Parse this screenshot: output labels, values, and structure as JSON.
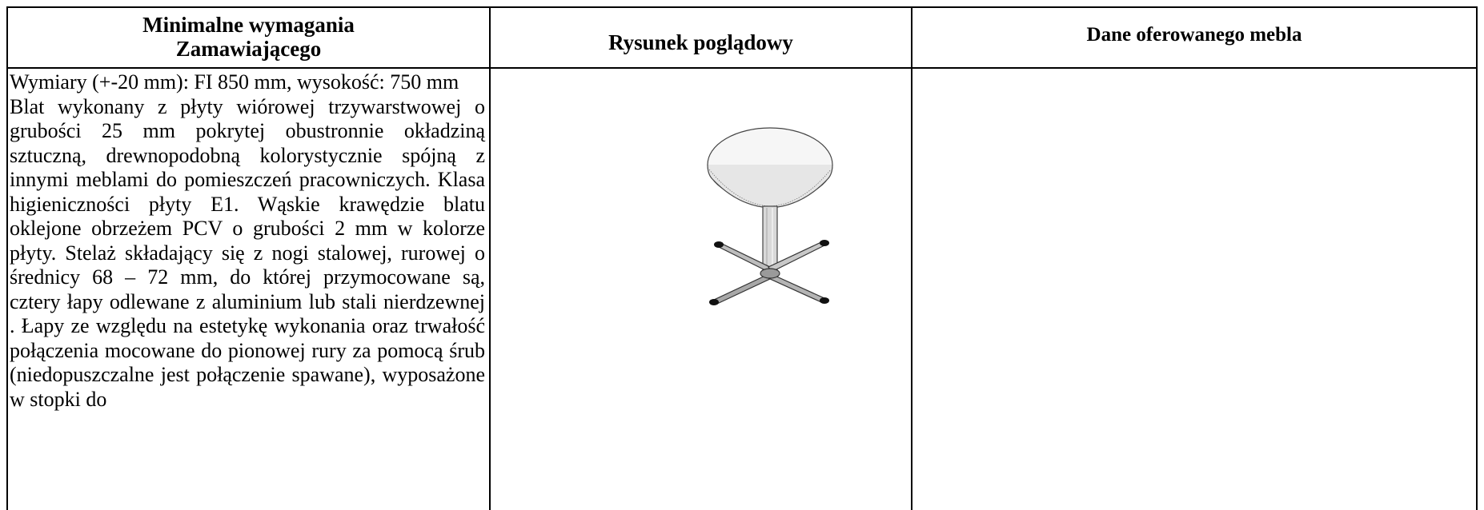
{
  "table": {
    "headers": {
      "col1": [
        "Minimalne wymagania",
        "Zamawiającego"
      ],
      "col2": "Rysunek poglądowy",
      "col3": "Dane oferowanego mebla"
    },
    "row1": {
      "description_p1": "Wymiary (+-20 mm):  FI 850 mm, wysokość: 750 mm",
      "description_p2": "Blat wykonany z płyty wiórowej trzywarstwowej o grubości 25 mm pokrytej obustronnie okładziną sztuczną, drewnopodobną kolorystycznie spójną z innymi meblami do pomieszczeń pracowniczych. Klasa higieniczności płyty E1. Wąskie krawędzie blatu oklejone obrzeżem PCV o grubości 2 mm w kolorze płyty. Stelaż składający się z nogi stalowej, rurowej o średnicy 68 – 72 mm, do której przymocowane są, cztery łapy odlewane z aluminium lub stali nierdzewnej . Łapy ze względu na estetykę wykonania oraz trwałość połączenia mocowane do pionowej rury za pomocą śrub (niedopuszczalne jest połączenie spawane),  wyposażone w stopki do",
      "drawing_icon": "round-table-drawing",
      "offered_data": ""
    }
  }
}
